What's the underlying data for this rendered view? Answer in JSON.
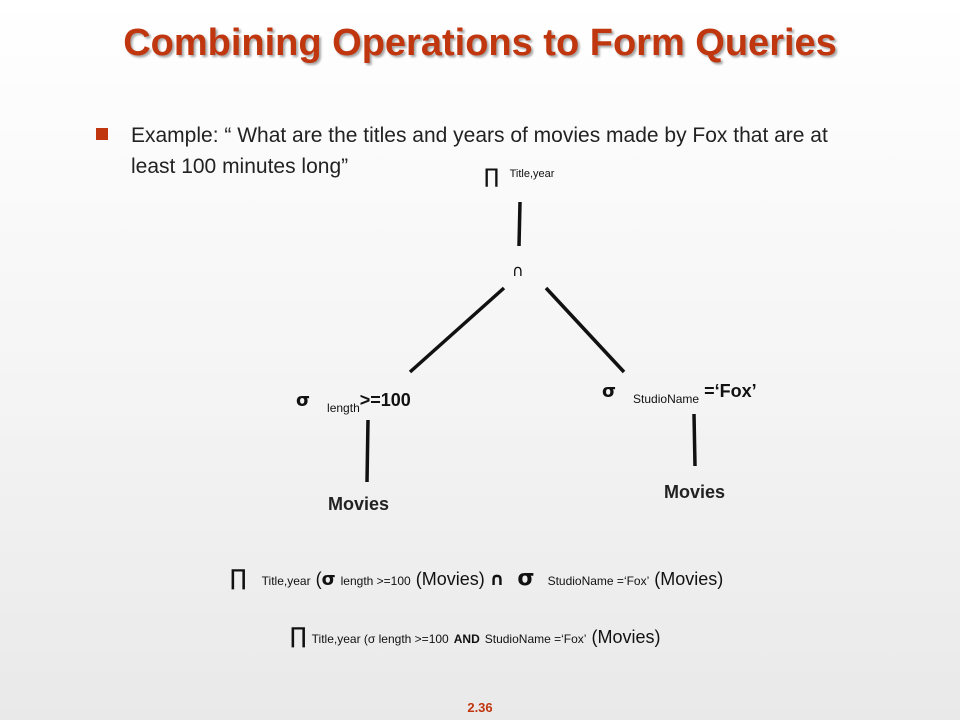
{
  "slide": {
    "title": "Combining Operations to Form Queries",
    "bullet": "Example: “ What are the titles and years of movies made by Fox that are at least 100 minutes long”",
    "page_number": "2.36"
  },
  "tree": {
    "root": {
      "symbol": "∏",
      "subscript": "Title,year"
    },
    "join": {
      "symbol": "∩"
    },
    "left_select": {
      "symbol": "σ",
      "subscript": "length",
      "condition": ">=100"
    },
    "right_select": {
      "symbol": "σ",
      "subscript": "StudioName",
      "condition": "=‘Fox’"
    },
    "left_leaf": "Movies",
    "right_leaf": "Movies"
  },
  "expressions": {
    "first": {
      "pi": "∏",
      "pi_sub": "Title,year",
      "open": "(",
      "sigma1": "σ",
      "sigma1_sub": "length >=100",
      "rel1": "(Movies)",
      "intersect": "∩",
      "sigma2": "σ",
      "sigma2_sub": "StudioName =‘Fox’",
      "rel2": "(Movies)"
    },
    "second": {
      "pi": "∏",
      "sub_part1": "Title,year (σ length >=100",
      "and": "AND",
      "sub_part2": "StudioName =‘Fox’",
      "rel": "(Movies)"
    }
  },
  "colors": {
    "title": "#c0360e",
    "bullet": "#c0360e",
    "text": "#222222"
  }
}
